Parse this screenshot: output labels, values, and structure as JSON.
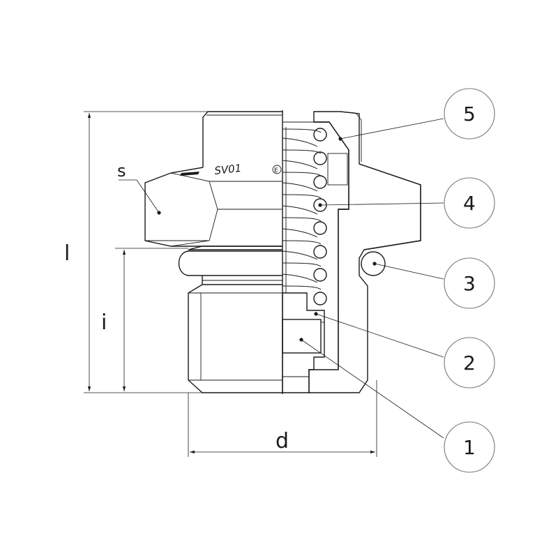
{
  "dimensions": {
    "length_total": "l",
    "length_thread": "i",
    "diameter": "d",
    "wrench_size": "s"
  },
  "engraving": "SV01",
  "callouts": [
    "5",
    "4",
    "3",
    "2",
    "1"
  ],
  "colors": {
    "line": "#1a1a1a",
    "hatch": "#555555",
    "balloon_stroke": "#777777",
    "background": "#ffffff"
  }
}
